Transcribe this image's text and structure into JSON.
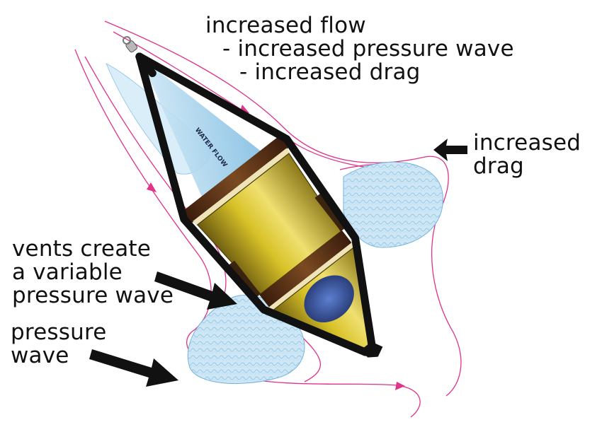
{
  "labels": {
    "increased_flow": {
      "line1": "increased flow",
      "line2": "- increased pressure wave",
      "line3": "- increased drag"
    },
    "increased_drag": {
      "line1": "increased",
      "line2": "drag"
    },
    "vents": {
      "line1": "vents create",
      "line2": "a variable",
      "line3": "pressure wave"
    },
    "pressure_wave": {
      "line1": "pressure",
      "line2": "wave"
    },
    "cone_text": "WATER FLOW"
  },
  "colors": {
    "flow_line": "#e0338a",
    "cone_yellow": "#d8c228",
    "frame": "#111111",
    "water": "#9fd0ec",
    "vent_blue": "#3a5aa8",
    "text": "#111111"
  }
}
